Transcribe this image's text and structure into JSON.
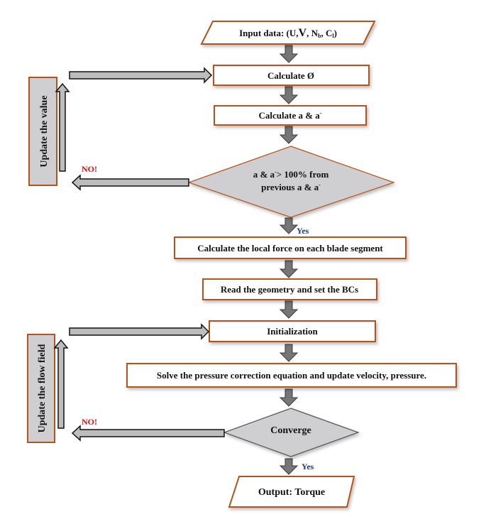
{
  "diagram": {
    "type": "flowchart",
    "colors": {
      "border": "#b5531b",
      "decision_fill": "#cfcfd1",
      "side_box_fill": "#cfcfd1",
      "arrow_fill": "#767676",
      "loop_arrow_fill": "#bdbdbd",
      "no_label": "#d01010",
      "yes_label": "#1f3a7a"
    },
    "nodes": {
      "input": {
        "shape": "parallelogram",
        "text_main": "Input data: (U,",
        "text_v": "V",
        "text_after_v": ", N",
        "text_sub_b": "b",
        "text_mid": ", C",
        "text_sub_l": "l",
        "text_end": ")"
      },
      "calc_phi": {
        "shape": "process",
        "text": "Calculate Ø"
      },
      "calc_a": {
        "shape": "process",
        "text": "Calculate a & a",
        "sup": "-"
      },
      "decision_a": {
        "shape": "decision",
        "line1": "a & a",
        "line1_sup": "-",
        "line1_rest": "> 100% from",
        "line2": "previous a & a",
        "line2_sup": "-"
      },
      "local_force": {
        "shape": "process",
        "text": "Calculate the local force on each blade segment"
      },
      "geometry": {
        "shape": "process",
        "text": "Read the geometry and set the BCs"
      },
      "init": {
        "shape": "process",
        "text": "Initialization"
      },
      "solve": {
        "shape": "process",
        "text": "Solve the pressure correction equation and update velocity, pressure."
      },
      "converge": {
        "shape": "decision",
        "text": "Converge"
      },
      "output": {
        "shape": "parallelogram",
        "text": "Output: Torque"
      },
      "update_value": {
        "shape": "side-box",
        "text": "Update the value"
      },
      "update_flow": {
        "shape": "side-box",
        "text": "Update the flow field"
      }
    },
    "labels": {
      "no1": "NO!",
      "yes1": "Yes",
      "no2": "NO!",
      "yes2": "Yes"
    }
  }
}
